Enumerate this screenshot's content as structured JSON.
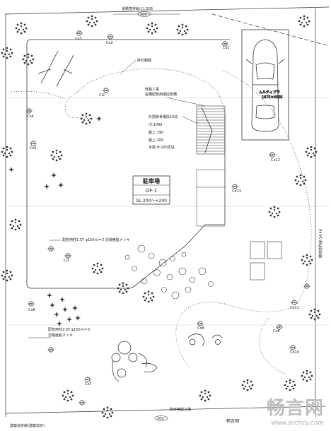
{
  "labels": {
    "top_boundary": "道路境界線:11.505",
    "top_dim": "200",
    "gravel_area": "砕石範囲",
    "post_work": "既製工事\n設備配管用階段側柵",
    "stair_spec": "外部鉄骨階段16段\n巾:1090\n蹴上:190\n踏上:200\n手摺 Φ-100支柱",
    "parking_title": "駐車場",
    "parking_code": "OF-1",
    "parking_gl": "GL-200～+200",
    "car_name": "ムルティプラ",
    "car_size": "1875×4005",
    "pole1": "配管用柱1:ST φ150×t=3 溶融亜鉛メッキ",
    "pole2": "配管用柱2:ST φ150×t=3\n溶融亜鉛メッキ",
    "side_boundary": "隣地境界線:14.46",
    "bottom_existing": "既存擁壁上端",
    "bottom_dim": "200",
    "bottom_left": "建築協定線(建築協定)",
    "bottom_brand": "畅言网"
  },
  "trees": [
    "Co1",
    "Co2",
    "Co3",
    "Co4",
    "Co5",
    "Co6",
    "Co7",
    "Co8",
    "Co9",
    "Co10",
    "Co11",
    "Co12",
    "Co13",
    "Ci1",
    "Ci2"
  ],
  "watermark": {
    "brand": "畅言网",
    "url": "www.archcy.com"
  },
  "colors": {
    "line": "#333333",
    "light": "#888888",
    "watermark": "#c0c0c0"
  }
}
